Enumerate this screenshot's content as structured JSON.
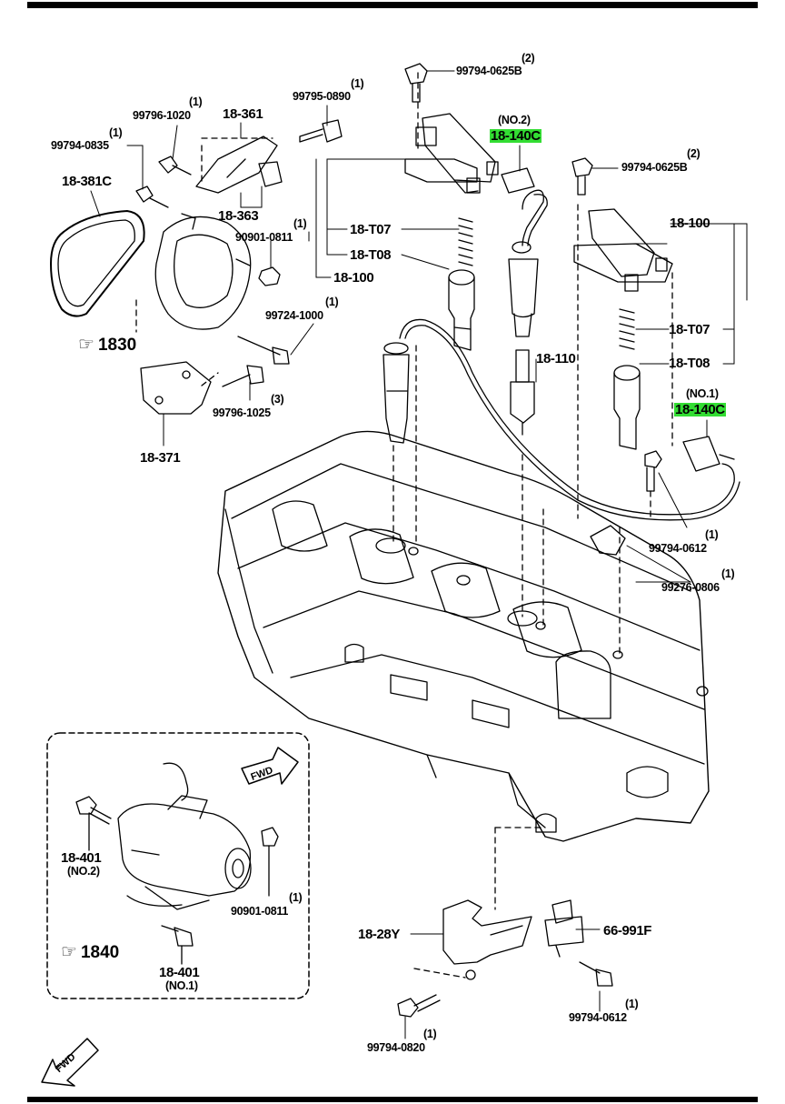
{
  "labels": {
    "bolt_625b_top": {
      "qty": "(2)",
      "code": "99794-0625B"
    },
    "coil_no2": {
      "sub": "(NO.2)",
      "code": "18-140C"
    },
    "bolt_1020": {
      "qty": "(1)",
      "code": "99796-1020"
    },
    "bracket_361": "18-361",
    "bolt_0890": {
      "qty": "(1)",
      "code": "99795-0890"
    },
    "bolt_0835": {
      "qty": "(1)",
      "code": "99794-0835"
    },
    "belt_381c": "18-381C",
    "bracket_363": "18-363",
    "nut_0811": {
      "qty": "(1)",
      "code": "90901-0811"
    },
    "t07_left": "18-T07",
    "t08_left": "18-T08",
    "coil_100_left": "18-100",
    "bolt_625b_right": {
      "qty": "(2)",
      "code": "99794-0625B"
    },
    "coil_100_right": "18-100",
    "bolt_1000": {
      "qty": "(1)",
      "code": "99724-1000"
    },
    "ref_1830": "1830",
    "plug_110": "18-110",
    "t07_right": "18-T07",
    "t08_right": "18-T08",
    "bolt_1025": {
      "qty": "(3)",
      "code": "99796-1025"
    },
    "bracket_371": "18-371",
    "coil_no1": {
      "sub": "(NO.1)",
      "code": "18-140C"
    },
    "bolt_0612_right": {
      "qty": "(1)",
      "code": "99794-0612"
    },
    "clip_0806": {
      "qty": "(1)",
      "code": "99276-0806"
    },
    "inset_fwd": "FWD",
    "bolt_401_no2": {
      "code": "18-401",
      "sub": "(NO.2)"
    },
    "nut_0811_inset": {
      "qty": "(1)",
      "code": "90901-0811"
    },
    "ref_1840": "1840",
    "bolt_401_no1": {
      "code": "18-401",
      "sub": "(NO.1)"
    },
    "sensor_28y": "18-28Y",
    "sensor_991f": "66-991F",
    "bolt_0612_bottom": {
      "qty": "(1)",
      "code": "99794-0612"
    },
    "bolt_0820": {
      "qty": "(1)",
      "code": "99794-0820"
    },
    "corner_fwd": "FWD"
  },
  "colors": {
    "highlight": "#33dd33",
    "ink": "#000000"
  }
}
